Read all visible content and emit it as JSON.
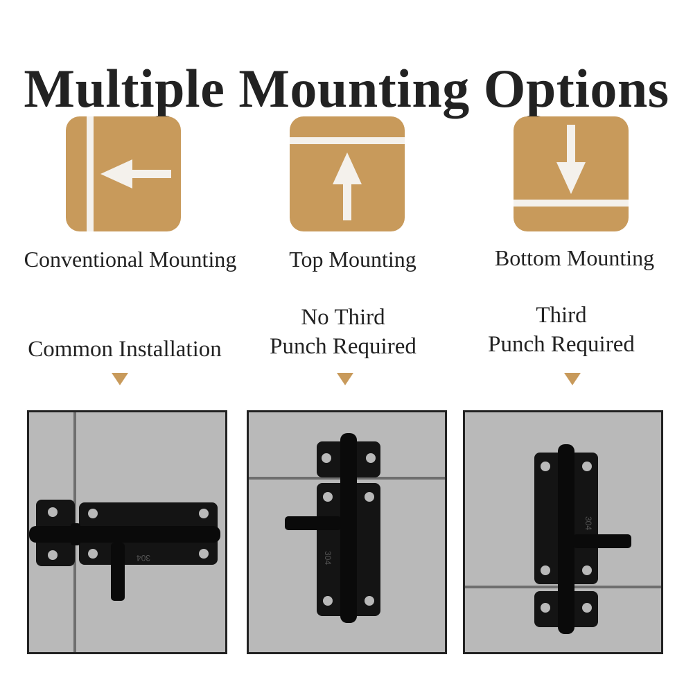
{
  "title": "Multiple Mounting Options",
  "colors": {
    "icon_bg": "#c89a5b",
    "icon_mark": "#f4f1ec",
    "pointer": "#c89a5b",
    "panel_bg": "#b9b9b9",
    "panel_line": "#6e6e6e",
    "latch": "#141414"
  },
  "options": [
    {
      "icon": "arrow-left-icon",
      "label": "Conventional Mounting",
      "note_lines": [
        "Common Installation"
      ]
    },
    {
      "icon": "arrow-up-icon",
      "label": "Top Mounting",
      "note_lines": [
        "No Third",
        "Punch Required"
      ]
    },
    {
      "icon": "arrow-down-icon",
      "label": "Bottom Mounting",
      "note_lines": [
        "Third",
        "Punch Required"
      ]
    }
  ],
  "latch_marking": "304"
}
